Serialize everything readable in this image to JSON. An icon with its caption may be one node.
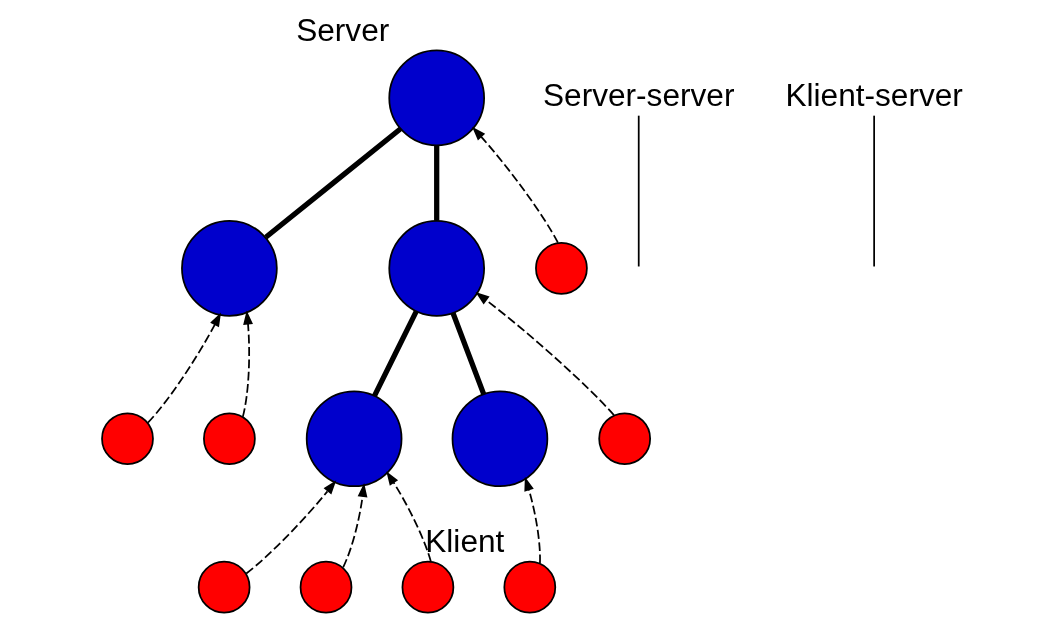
{
  "diagram": {
    "nodes": [
      {
        "text": [
          "Server"
        ]
      },
      {
        "text": [],
        "shape": "circle"
      },
      {
        "text": [],
        "shape": "circle"
      },
      {
        "text": [],
        "shape": "circle"
      },
      {
        "text": [],
        "shape": "circle"
      },
      {
        "text": [],
        "shape": "circle"
      },
      {
        "text": [],
        "shape": "circle"
      },
      {
        "text": [],
        "shape": "circle"
      },
      {
        "text": [],
        "shape": "circle"
      },
      {
        "text": [],
        "shape": "circle"
      },
      {
        "text": [],
        "shape": "circle"
      },
      {
        "text": [],
        "shape": "circle"
      },
      {
        "text": [
          "Klient"
        ]
      },
      {
        "text": [
          "Server-server"
        ]
      },
      {
        "text": [
          "Klient-server"
        ]
      }
    ],
    "edges": [
      {
        "from": 0,
        "to": 1,
        "arrow": "none",
        "style": "thick"
      },
      {
        "from": 0,
        "to": 2,
        "arrow": "none",
        "style": "thick"
      },
      {
        "from": 2,
        "to": 3,
        "arrow": "none",
        "style": "thick"
      },
      {
        "from": 2,
        "to": 4,
        "arrow": "none",
        "style": "thick"
      },
      {
        "from": 5,
        "to": 0,
        "arrow": "to",
        "style": "dashed"
      },
      {
        "from": 6,
        "to": 1,
        "arrow": "to",
        "style": "dashed"
      },
      {
        "from": 7,
        "to": 1,
        "arrow": "to",
        "style": "dashed"
      },
      {
        "from": 8,
        "to": 2,
        "arrow": "to",
        "style": "dashed"
      },
      {
        "from": 9,
        "to": 3,
        "arrow": "to",
        "style": "dashed"
      },
      {
        "from": 10,
        "to": 3,
        "arrow": "to",
        "style": "dashed"
      },
      {
        "from": 11,
        "to": 3,
        "arrow": "to",
        "style": "dashed"
      },
      {
        "from": 12,
        "to": 4,
        "arrow": "to",
        "style": "dashed"
      },
      {
        "from": 13,
        "to": null,
        "arrow": "none"
      },
      {
        "from": 14,
        "to": null,
        "arrow": "none"
      }
    ]
  }
}
